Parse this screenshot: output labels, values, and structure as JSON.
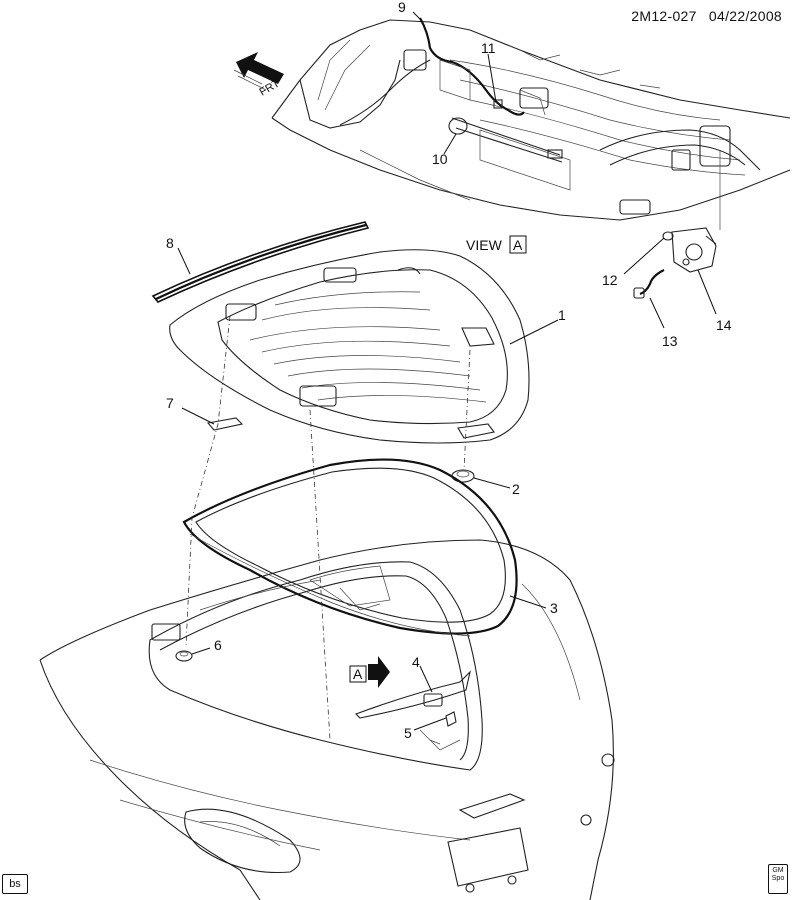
{
  "header": {
    "diagram_code": "2M12-027",
    "date": "04/22/2008"
  },
  "view": {
    "label": "VIEW",
    "letter": "A",
    "arrow_letter": "A"
  },
  "front_marker": "FRT",
  "callouts": {
    "c1": "1",
    "c2": "2",
    "c3": "3",
    "c4": "4",
    "c5": "5",
    "c6": "6",
    "c7": "7",
    "c8": "8",
    "c9": "9",
    "c10": "10",
    "c11": "11",
    "c12": "12",
    "c13": "13",
    "c14": "14"
  },
  "stamps": {
    "left": "bs",
    "right_top": "GM",
    "right_bottom": "Spo"
  },
  "colors": {
    "ink": "#111111",
    "paper": "#ffffff"
  }
}
